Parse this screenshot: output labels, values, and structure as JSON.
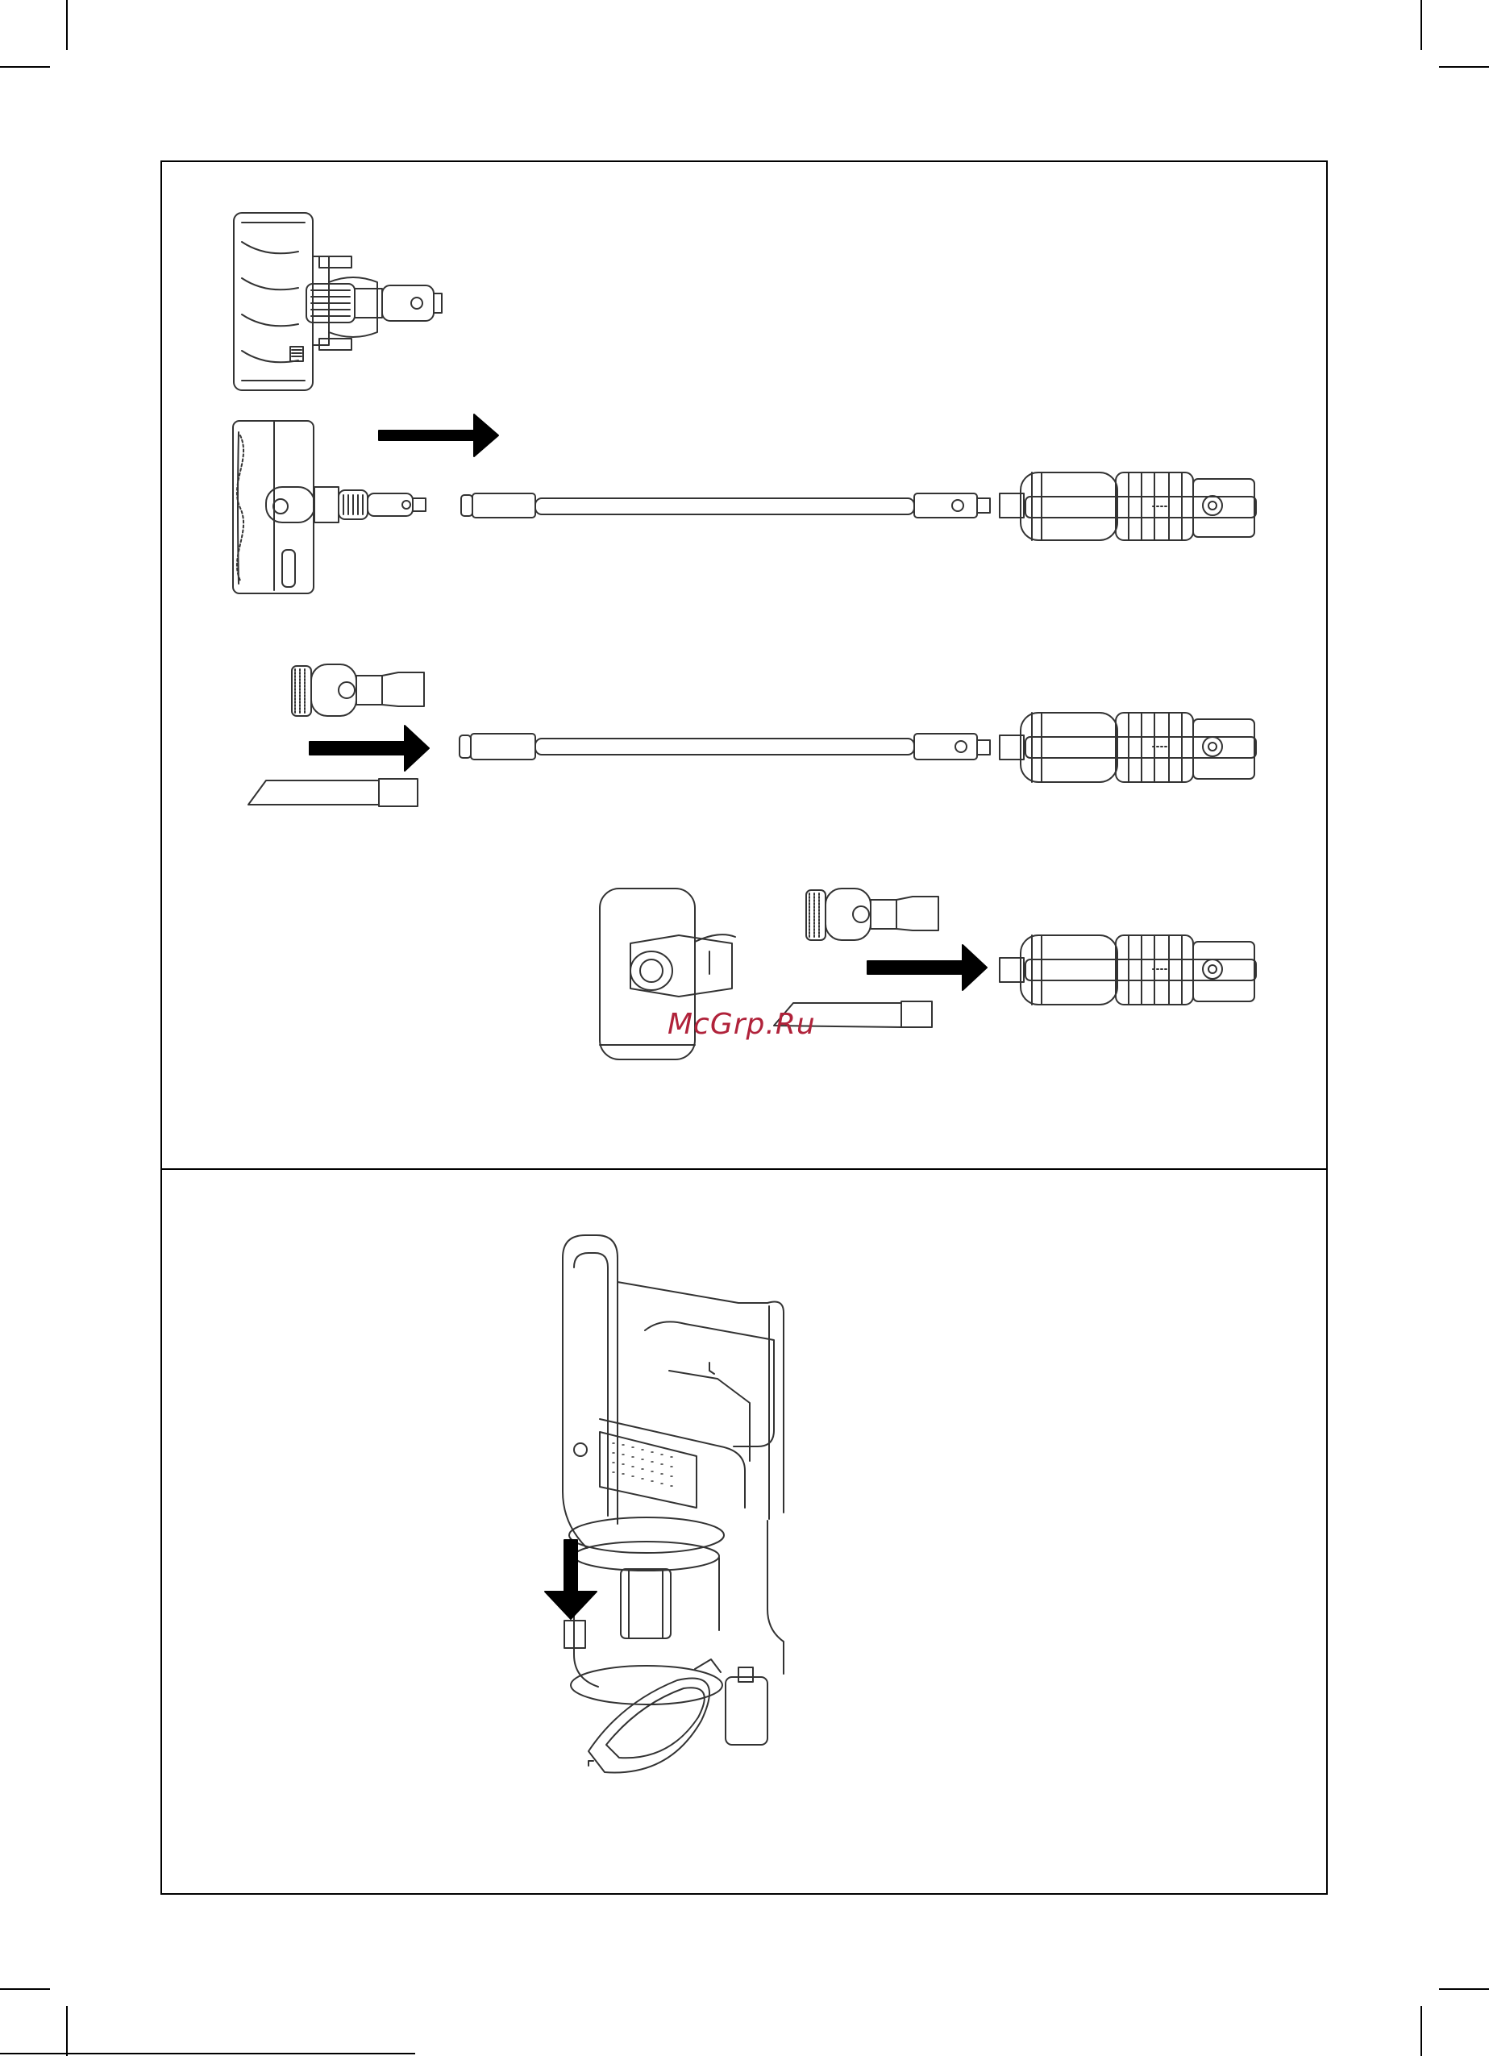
{
  "watermark": {
    "text": "McGrp.Ru"
  },
  "colors": {
    "line": "#333333",
    "arrow": "#000000",
    "watermark": "#b0223a"
  },
  "figures": [
    {
      "id": "assembly-upper",
      "steps": [
        "floor-head-to-tube",
        "accessories-to-tube",
        "accessories-to-body"
      ]
    },
    {
      "id": "dust-bin-release",
      "steps": [
        "press-release-down"
      ]
    }
  ]
}
